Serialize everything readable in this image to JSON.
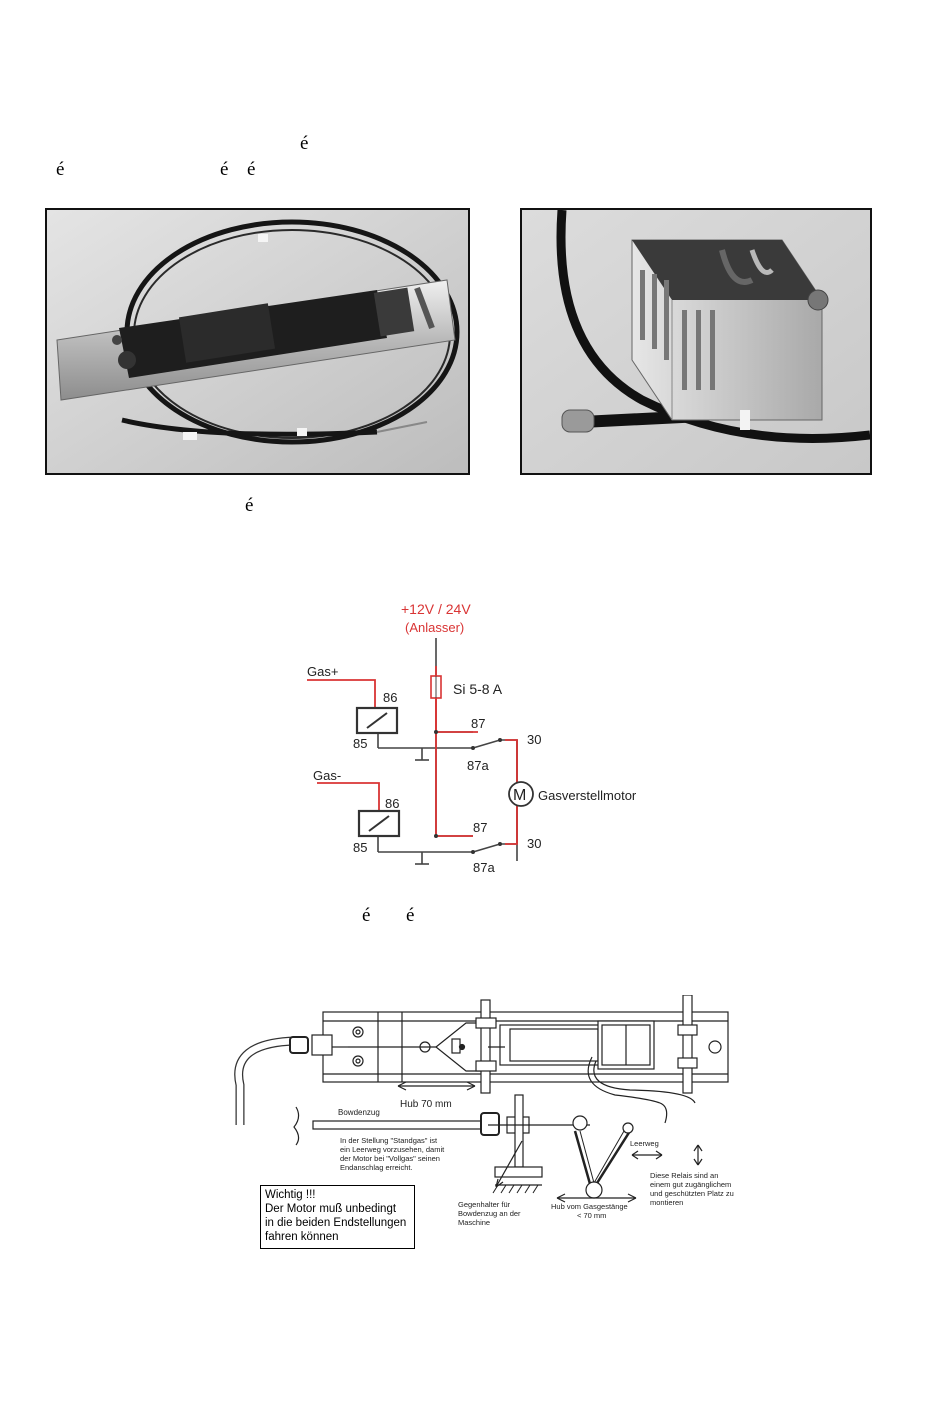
{
  "accent_chars": {
    "c1": "é",
    "c2": "é",
    "c3": "é",
    "c4": "é",
    "c5": "é",
    "c6": "é",
    "c7": "é"
  },
  "circuit": {
    "supply": "+12V / 24V",
    "supply_sub": "(Anlasser)",
    "fuse": "Si  5-8 A",
    "gas_plus": "Gas+",
    "gas_minus": "Gas-",
    "t86_top": "86",
    "t85_top": "85",
    "t87_top": "87",
    "t87a_top": "87a",
    "t30_top": "30",
    "t86_bot": "86",
    "t85_bot": "85",
    "t87_bot": "87",
    "t87a_bot": "87a",
    "t30_bot": "30",
    "motor_symbol": "M",
    "motor_label": "Gasverstellmotor"
  },
  "mech": {
    "hub_70": "Hub 70 mm",
    "bowdenzug": "Bowdenzug",
    "note_line1": "In der Stellung \"Standgas\" ist",
    "note_line2": "ein Leerweg vorzusehen, damit",
    "note_line3": "der Motor bei \"Vollgas\" seinen",
    "note_line4": "Endanschlag erreicht.",
    "leerweg": "Leerweg",
    "relais_line1": "Diese Relais sind an",
    "relais_line2": "einem gut zugänglichem",
    "relais_line3": "und geschützten Platz zu",
    "relais_line4": "montieren",
    "gegen_line1": "Gegenhalter für",
    "gegen_line2": "Bowdenzug an der",
    "gegen_line3": "Maschine",
    "hubgas_line1": "Hub vom Gasgestänge",
    "hubgas_line2": "< 70 mm",
    "warn_line1": "Wichtig !!!",
    "warn_line2": "Der Motor muß unbedingt",
    "warn_line3": "in die beiden Endstellungen",
    "warn_line4": "fahren können"
  }
}
